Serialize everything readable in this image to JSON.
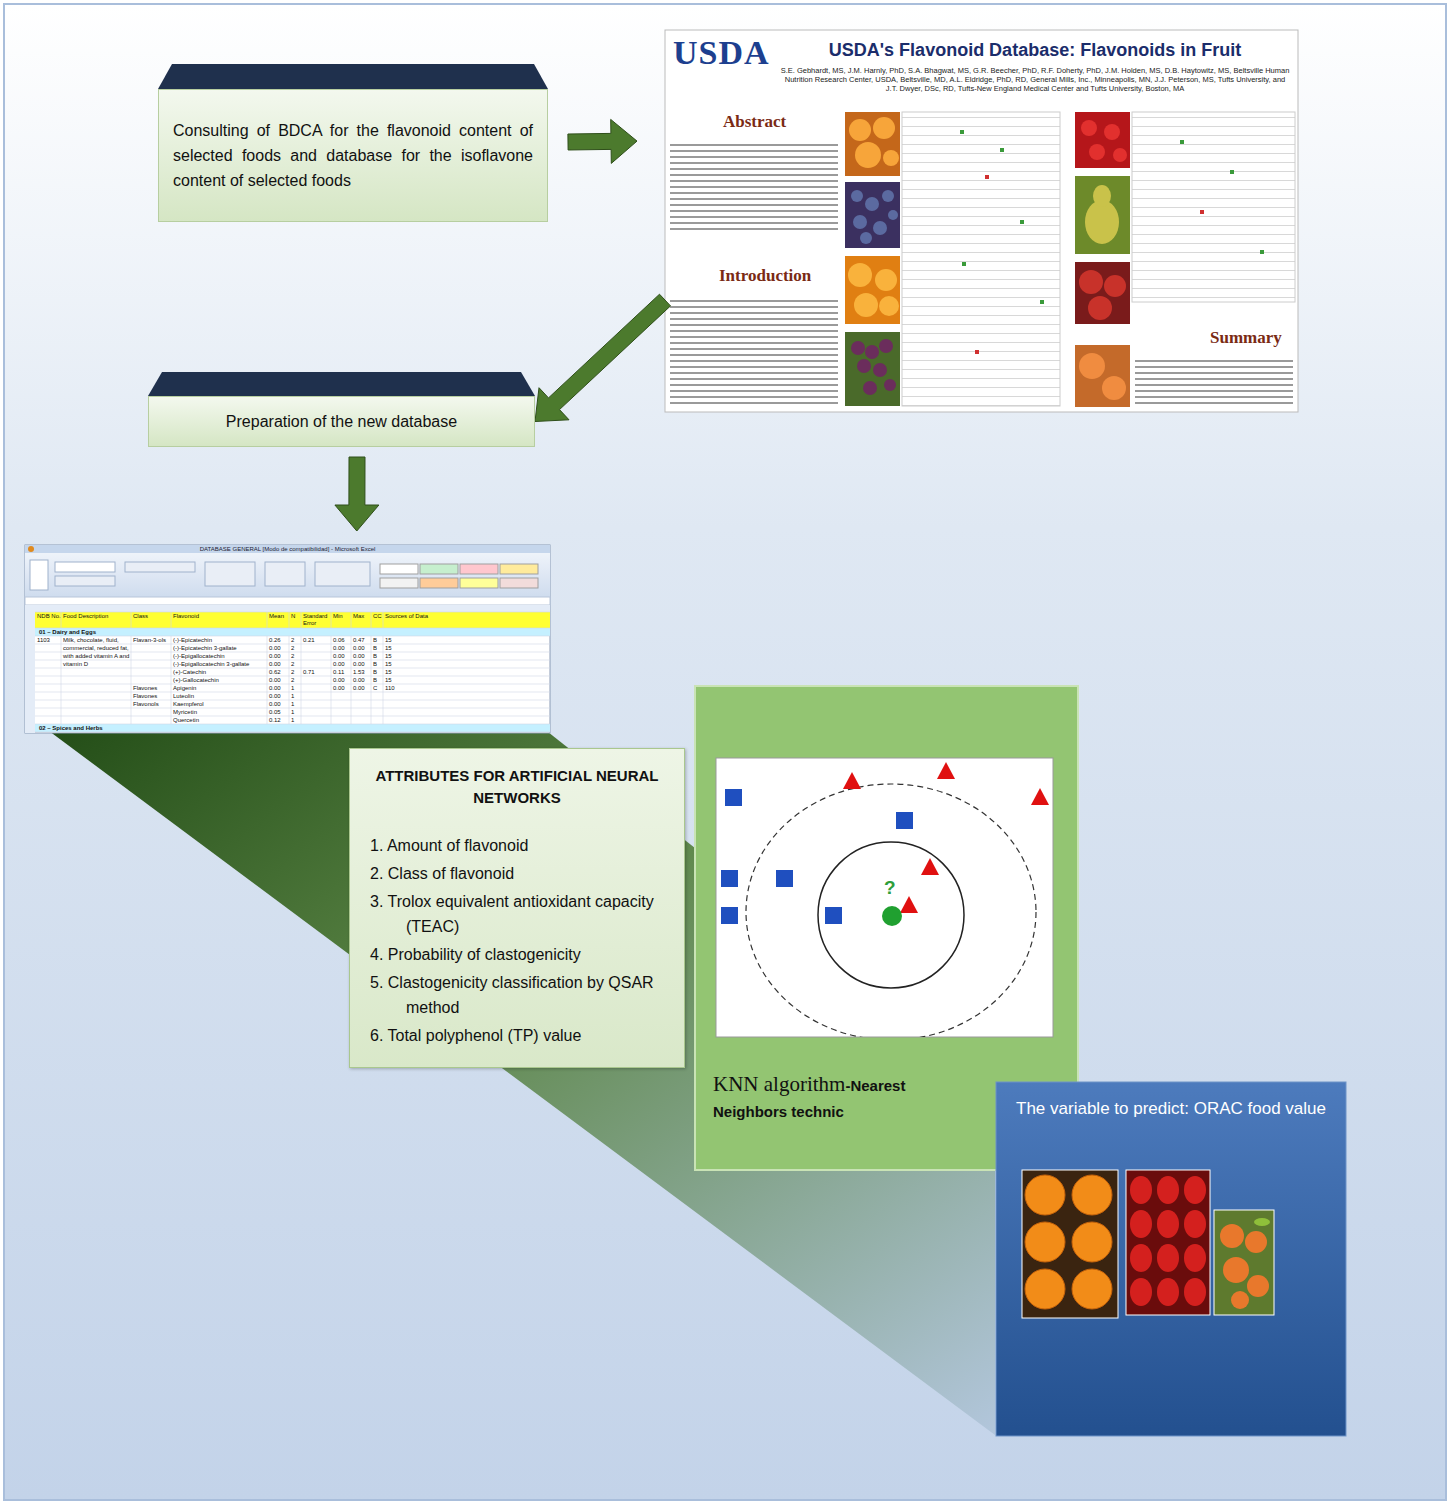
{
  "diagram": {
    "nodes": [
      {
        "text": [
          "Consulting of BDCA for the flavonoid content of selected foods and database for the isoflavone content of selected foods"
        ]
      },
      {
        "text": [
          "USDA",
          "USDA's Flavonoid Database: Flavonoids in Fruit",
          "S.E. Gebhardt, MS, J.M. Harnly, PhD, S.A. Bhagwat, MS, G.R. Beecher, PhD, R.F. Doherty, PhD, J.M. Holden, MS, D.B. Haytowitz, MS, Beltsville Human Nutrition Research Center, USDA, Beltsville, MD, A.L. Eldridge, PhD, RD, General Mills, Inc., Minneapolis, MN, J.J. Peterson, MS, Tufts University, and J.T. Dwyer, DSc, RD, Tufts-New England Medical Center and Tufts University, Boston, MA",
          "Abstract",
          "Introduction",
          "Summary"
        ]
      },
      {
        "text": [
          "Preparation of the new database"
        ]
      },
      {
        "text": [
          "DATABASE GENERAL [Modo de compatibilidad] - Microsoft Excel"
        ]
      },
      {
        "text": [
          "ATTRIBUTES FOR ARTIFICIAL NEURAL NETWORKS",
          "1. Amount of flavonoid",
          "2. Class of flavonoid",
          "3. Trolox equivalent antioxidant capacity (TEAC)",
          "4. Probability of clastogenicity",
          "5. Clastogenicity classification by QSAR method",
          "6. Total polyphenol (TP) value"
        ]
      },
      {
        "text": [
          "KNN algorithm",
          "-Nearest Neighbors technic"
        ]
      },
      {
        "text": [
          "The variable to predict: ORAC food value"
        ]
      }
    ],
    "edges": [
      {
        "from": 0,
        "to": 1,
        "arrow": "to"
      },
      {
        "from": 1,
        "to": 2,
        "arrow": "to"
      },
      {
        "from": 2,
        "to": 3,
        "arrow": "to"
      }
    ],
    "labels": [
      "?",
      "NDB No.",
      "Food Description",
      "Class",
      "Flavonoid",
      "Mean",
      "N",
      "Standard Error",
      "Min",
      "Max",
      "CC",
      "Sources of Data",
      "01 – Dairy and Eggs",
      "1103",
      "Milk, chocolate, fluid, commercial, reduced fat, with added vitamin A and vitamin D",
      "Flavan-3-ols",
      "(-)-Epicatechin",
      "0.26",
      "2",
      "0.21",
      "0.06",
      "0.47",
      "B",
      "15",
      "(-)-Epicatechin 3-gallate",
      "0.00",
      "2",
      "0.00",
      "0.00",
      "B",
      "15",
      "(-)-Epigallocatechin",
      "0.00",
      "2",
      "0.00",
      "0.00",
      "B",
      "15",
      "(-)-Epigallocatechin 3-gallate",
      "0.00",
      "2",
      "0.00",
      "0.00",
      "B",
      "15",
      "(+)-Catechin",
      "0.62",
      "2",
      "0.71",
      "0.11",
      "1.53",
      "B",
      "15",
      "(+)-Gallocatechin",
      "0.00",
      "2",
      "0.00",
      "0.00",
      "B",
      "15",
      "Flavones",
      "Apigenin",
      "0.00",
      "1",
      "0.00",
      "0.00",
      "C",
      "110",
      "Flavones",
      "Luteolin",
      "0.00",
      "1",
      "Flavonols",
      "Kaempferol",
      "0.00",
      "1",
      "Myricetin",
      "0.05",
      "1",
      "Quercetin",
      "0.12",
      "1",
      "02 – Spices and Herbs"
    ]
  }
}
